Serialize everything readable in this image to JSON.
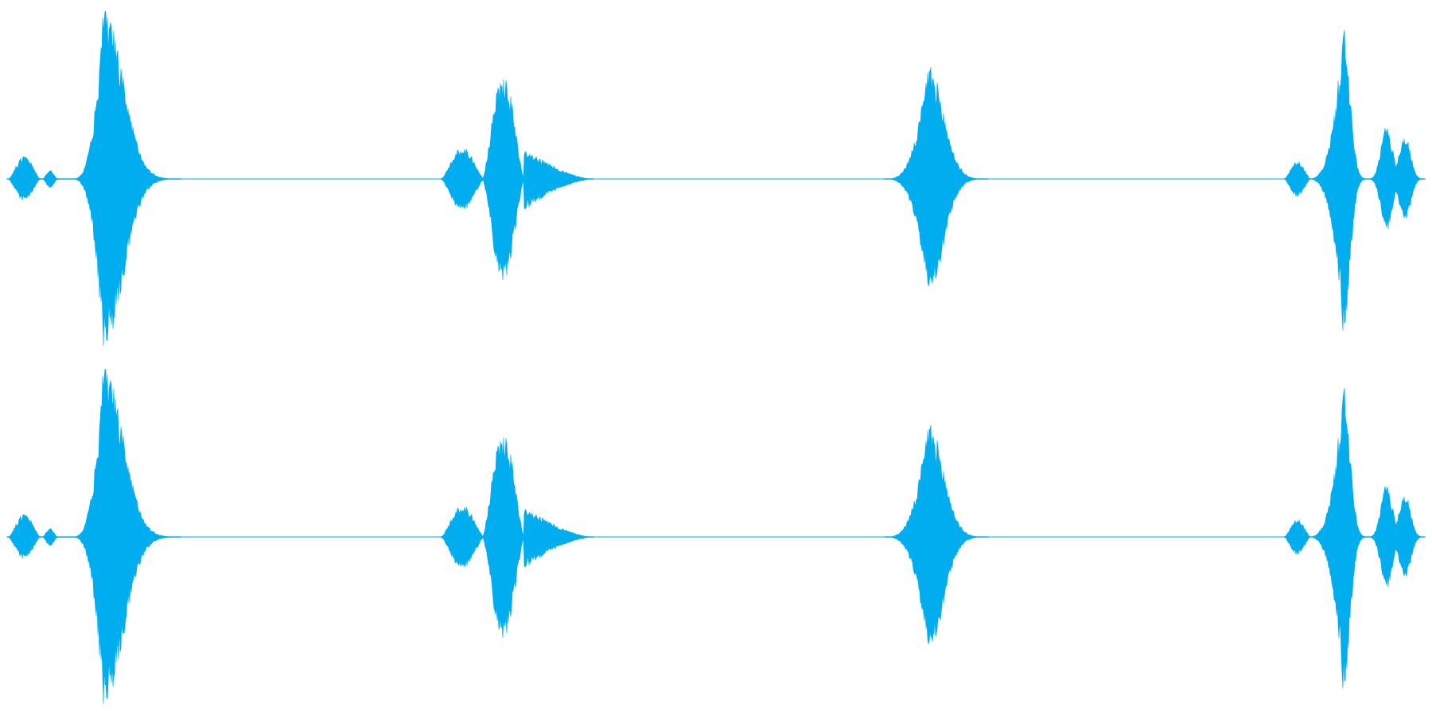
{
  "chart_data": {
    "type": "area",
    "title": "",
    "xlabel": "",
    "ylabel": "",
    "grid": false,
    "legend": "none",
    "x_unit": "normalized time",
    "ylim": [
      -1,
      1
    ],
    "colors": {
      "waveform": "#00aeef",
      "background": "#ffffff"
    },
    "channels": [
      {
        "bursts": [
          {
            "segments": [
              {
                "start": 0.006,
                "end": 0.028,
                "peak": 0.13,
                "shape": "hump"
              },
              {
                "start": 0.03,
                "end": 0.04,
                "peak": 0.05,
                "shape": "hump"
              },
              {
                "start": 0.05,
                "end": 0.126,
                "peak": 0.98,
                "shape": "peak",
                "peak_at": 0.072
              }
            ]
          },
          {
            "segments": [
              {
                "start": 0.308,
                "end": 0.338,
                "peak": 0.18,
                "shape": "hump"
              },
              {
                "start": 0.337,
                "end": 0.366,
                "peak": 0.6,
                "shape": "hump"
              },
              {
                "start": 0.366,
                "end": 0.414,
                "peak": 0.18,
                "shape": "decay"
              }
            ]
          },
          {
            "segments": [
              {
                "start": 0.618,
                "end": 0.69,
                "peak": 0.66,
                "shape": "peak",
                "peak_at": 0.648
              }
            ]
          },
          {
            "segments": [
              {
                "start": 0.897,
                "end": 0.915,
                "peak": 0.1,
                "shape": "hump"
              },
              {
                "start": 0.913,
                "end": 0.956,
                "peak": 0.88,
                "shape": "peak",
                "peak_at": 0.938
              },
              {
                "start": 0.956,
                "end": 0.994,
                "peak": 0.36,
                "shape": "twin"
              }
            ]
          }
        ]
      },
      {
        "bursts": [
          {
            "segments": [
              {
                "start": 0.006,
                "end": 0.028,
                "peak": 0.13,
                "shape": "hump"
              },
              {
                "start": 0.03,
                "end": 0.04,
                "peak": 0.05,
                "shape": "hump"
              },
              {
                "start": 0.05,
                "end": 0.126,
                "peak": 0.98,
                "shape": "peak",
                "peak_at": 0.072
              }
            ]
          },
          {
            "segments": [
              {
                "start": 0.308,
                "end": 0.338,
                "peak": 0.18,
                "shape": "hump"
              },
              {
                "start": 0.337,
                "end": 0.366,
                "peak": 0.6,
                "shape": "hump"
              },
              {
                "start": 0.366,
                "end": 0.414,
                "peak": 0.18,
                "shape": "decay"
              }
            ]
          },
          {
            "segments": [
              {
                "start": 0.618,
                "end": 0.69,
                "peak": 0.66,
                "shape": "peak",
                "peak_at": 0.648
              }
            ]
          },
          {
            "segments": [
              {
                "start": 0.897,
                "end": 0.915,
                "peak": 0.1,
                "shape": "hump"
              },
              {
                "start": 0.913,
                "end": 0.956,
                "peak": 0.88,
                "shape": "peak",
                "peak_at": 0.938
              },
              {
                "start": 0.956,
                "end": 0.994,
                "peak": 0.36,
                "shape": "twin"
              }
            ]
          }
        ]
      }
    ]
  }
}
